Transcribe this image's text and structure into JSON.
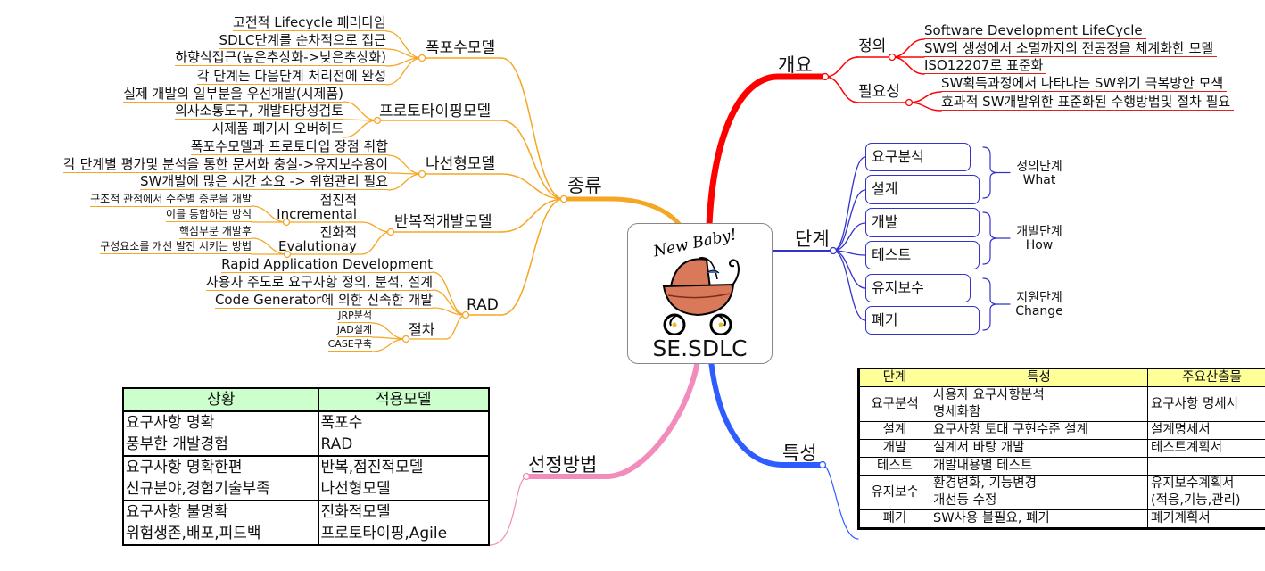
{
  "center": {
    "title": "SE.SDLC",
    "image_caption": "New Baby!",
    "icon": "baby-carriage-icon"
  },
  "overview": {
    "label": "개요",
    "definition": {
      "label": "정의",
      "items": [
        "Software Development LifeCycle",
        "SW의 생성에서 소멸까지의 전공정을 체계화한 모델",
        "ISO12207로 표준화"
      ]
    },
    "necessity": {
      "label": "필요성",
      "items": [
        "SW획득과정에서 나타나는 SW위기 극복방안 모색",
        "효과적 SW개발위한 표준화된 수행방법및 절차 필요"
      ]
    }
  },
  "stages": {
    "label": "단계",
    "boxes": [
      "요구분석",
      "설계",
      "개발",
      "테스트",
      "유지보수",
      "폐기"
    ],
    "groups": [
      {
        "name": "정의단계",
        "sub": "What"
      },
      {
        "name": "개발단계",
        "sub": "How"
      },
      {
        "name": "지원단계",
        "sub": "Change"
      }
    ]
  },
  "characteristics": {
    "label": "특성",
    "headers": [
      "단계",
      "특성",
      "주요산출물"
    ],
    "rows": [
      {
        "stage": "요구분석",
        "desc": [
          "사용자 요구사항분석",
          "명세화함"
        ],
        "output": [
          "요구사항 명세서"
        ]
      },
      {
        "stage": "설계",
        "desc": [
          "요구사항 토대 구현수준 설계"
        ],
        "output": [
          "설계명세서"
        ]
      },
      {
        "stage": "개발",
        "desc": [
          "설계서 바탕 개발"
        ],
        "output": [
          "테스트계획서"
        ]
      },
      {
        "stage": "테스트",
        "desc": [
          "개발내용별 테스트"
        ],
        "output": [
          ""
        ]
      },
      {
        "stage": "유지보수",
        "desc": [
          "환경변화, 기능변경",
          "개선등 수정"
        ],
        "output": [
          "유지보수계획서",
          "(적응,기능,관리)"
        ]
      },
      {
        "stage": "폐기",
        "desc": [
          "SW사용 불필요, 폐기"
        ],
        "output": [
          "폐기계획서"
        ]
      }
    ]
  },
  "selection": {
    "label": "선정방법",
    "headers": [
      "상황",
      "적용모델"
    ],
    "rows": [
      {
        "situation": [
          "요구사항 명확",
          "풍부한 개발경험"
        ],
        "model": [
          "폭포수",
          "RAD"
        ]
      },
      {
        "situation": [
          "요구사항 명확한편",
          "신규분야,경험기술부족"
        ],
        "model": [
          "반복,점진적모델",
          "나선형모델"
        ]
      },
      {
        "situation": [
          "요구사항 불명확",
          "위험생존,배포,피드백"
        ],
        "model": [
          "진화적모델",
          "프로토타이핑,Agile"
        ]
      }
    ]
  },
  "types": {
    "label": "종류",
    "waterfall": {
      "label": "폭포수모델",
      "items": [
        "고전적 Lifecycle 패러다임",
        "SDLC단계를 순차적으로 접근",
        "하향식접근(높은추상화->낮은추상화)",
        "각 단계는 다음단계 처리전에 완성"
      ]
    },
    "prototype": {
      "label": "프로토타이핑모델",
      "items": [
        "실제 개발의 일부분을 우선개발(시제품)",
        "의사소통도구, 개발타당성검토",
        "시제품 폐기시 오버헤드"
      ]
    },
    "spiral": {
      "label": "나선형모델",
      "items": [
        "폭포수모델과 프로토타입 장점 취합",
        "각 단계별 평가및 분석을 통한 문서화 충실->유지보수용이",
        "SW개발에 많은 시간 소요 -> 위험관리 필요"
      ]
    },
    "iterative": {
      "label": "반복적개발모델",
      "incremental": {
        "label": "점진적",
        "label_en": "Incremental",
        "items": [
          "구조적 관점에서 수준별 증분을 개발",
          "이를 통합하는 방식"
        ]
      },
      "evolutionary": {
        "label": "진화적",
        "label_en": "Evalutionay",
        "items": [
          "핵심부분 개발후",
          "구성요소를 개선 발전 시키는 방법"
        ]
      }
    },
    "rad": {
      "label": "RAD",
      "items": [
        "Rapid Application Development",
        "사용자 주도로 요구사항 정의, 분석, 설계",
        "Code Generator에 의한 신속한 개발"
      ],
      "procedure": {
        "label": "절차",
        "items": [
          "JRP분석",
          "JAD설계",
          "CASE구축"
        ]
      }
    }
  },
  "colors": {
    "orange": "#f5a623",
    "red": "#ff0000",
    "blue": "#3333cc",
    "blue_thick": "#2e5cff",
    "pink": "#f28cbc",
    "header_yellow": "#ffff99",
    "header_green": "#ccffcc"
  }
}
